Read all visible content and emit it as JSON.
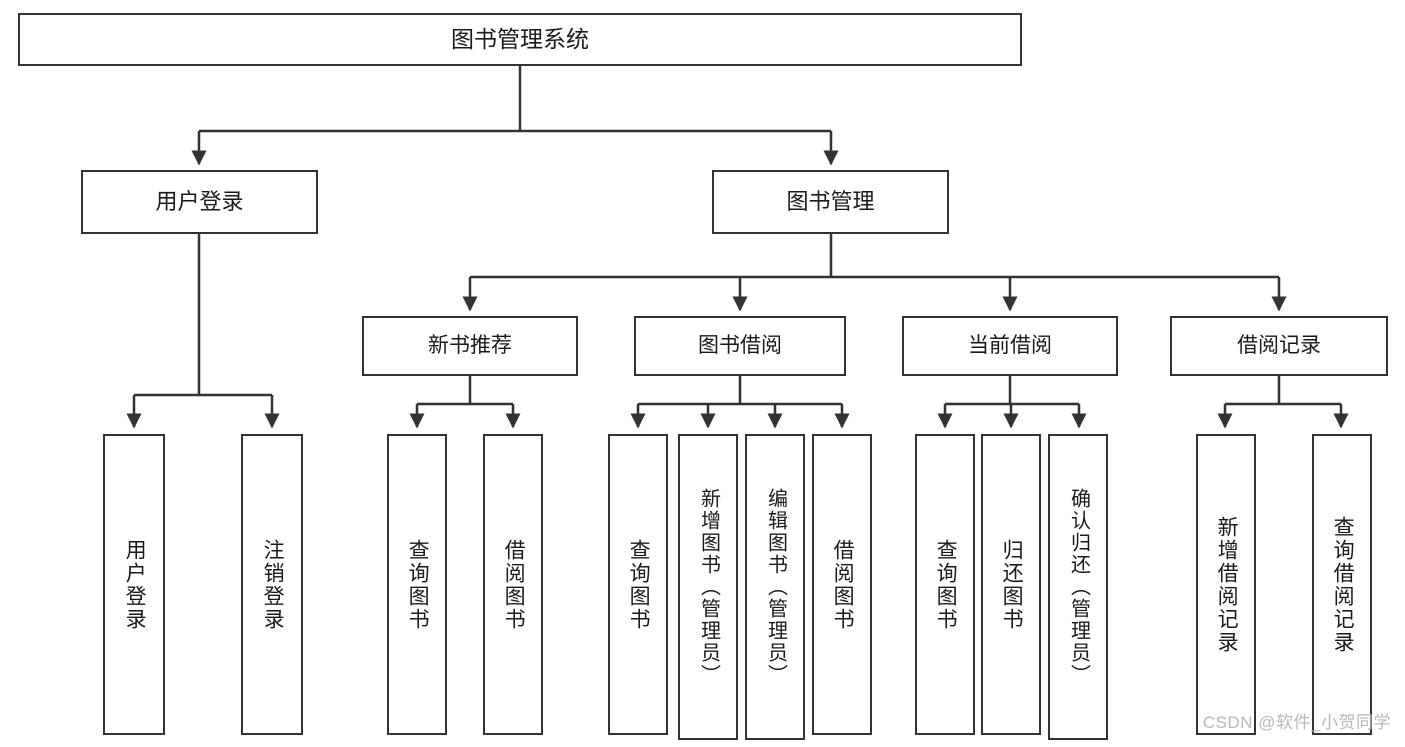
{
  "diagram": {
    "title": "图书管理系统",
    "type": "hierarchy-tree",
    "watermark": "CSDN @软件_小贺同学",
    "colors": {
      "border": "#333333",
      "background": "#ffffff",
      "text": "#1a1a1a",
      "watermark": "#b9b9b9"
    },
    "nodes": {
      "root": {
        "label": "图书管理系统"
      },
      "level2": [
        {
          "id": "user-login",
          "label": "用户登录"
        },
        {
          "id": "book-management",
          "label": "图书管理"
        }
      ],
      "level3": [
        {
          "id": "new-book-recommend",
          "label": "新书推荐"
        },
        {
          "id": "book-borrow",
          "label": "图书借阅"
        },
        {
          "id": "current-borrow",
          "label": "当前借阅"
        },
        {
          "id": "borrow-record",
          "label": "借阅记录"
        }
      ],
      "leaves": {
        "user_login": [
          {
            "id": "leaf-user-login",
            "label": "用户登录"
          },
          {
            "id": "leaf-logout-login",
            "label": "注销登录"
          }
        ],
        "new_book_recommend": [
          {
            "id": "leaf-query-book-1",
            "label": "查询图书"
          },
          {
            "id": "leaf-borrow-book-1",
            "label": "借阅图书"
          }
        ],
        "book_borrow": [
          {
            "id": "leaf-query-book-2",
            "label": "查询图书"
          },
          {
            "id": "leaf-add-book",
            "label": "新增图书（管理员）"
          },
          {
            "id": "leaf-edit-book",
            "label": "编辑图书（管理员）"
          },
          {
            "id": "leaf-borrow-book-2",
            "label": "借阅图书"
          }
        ],
        "current_borrow": [
          {
            "id": "leaf-query-book-3",
            "label": "查询图书"
          },
          {
            "id": "leaf-return-book",
            "label": "归还图书"
          },
          {
            "id": "leaf-confirm-return",
            "label": "确认归还（管理员）"
          }
        ],
        "borrow_record": [
          {
            "id": "leaf-add-record",
            "label": "新增借阅记录"
          },
          {
            "id": "leaf-query-record",
            "label": "查询借阅记录"
          }
        ]
      }
    }
  }
}
